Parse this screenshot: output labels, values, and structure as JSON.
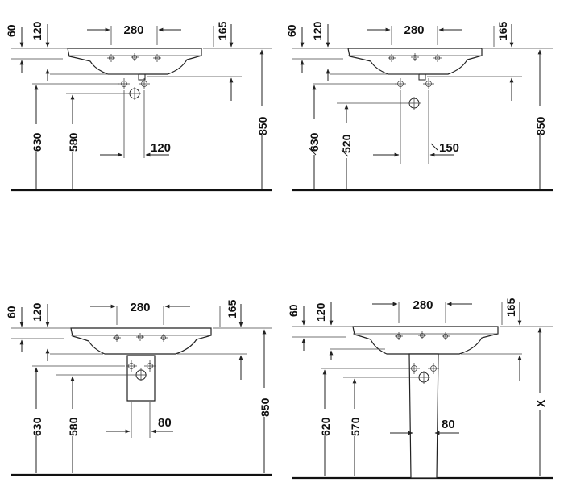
{
  "drawings": [
    {
      "id": "wall-mounted",
      "dims": {
        "top_mid": "280",
        "top_left_a": "60",
        "top_left_b": "120",
        "top_right": "165",
        "left_a": "630",
        "left_b": "580",
        "right": "850",
        "bottom": "120"
      }
    },
    {
      "id": "wall-mounted-alt",
      "dims": {
        "top_mid": "280",
        "top_left_a": "60",
        "top_left_b": "120",
        "top_right": "165",
        "left_a": "630",
        "left_b": "520",
        "right": "850",
        "bottom": "150"
      }
    },
    {
      "id": "with-semi-pedestal",
      "dims": {
        "top_mid": "280",
        "top_left_a": "60",
        "top_left_b": "120",
        "top_right": "165",
        "left_a": "630",
        "left_b": "580",
        "right": "850",
        "bottom": "80"
      }
    },
    {
      "id": "with-pedestal",
      "dims": {
        "top_mid": "280",
        "top_left_a": "60",
        "top_left_b": "120",
        "top_right": "165",
        "left_a": "620",
        "left_b": "570",
        "right": "X",
        "bottom": "80"
      }
    }
  ]
}
